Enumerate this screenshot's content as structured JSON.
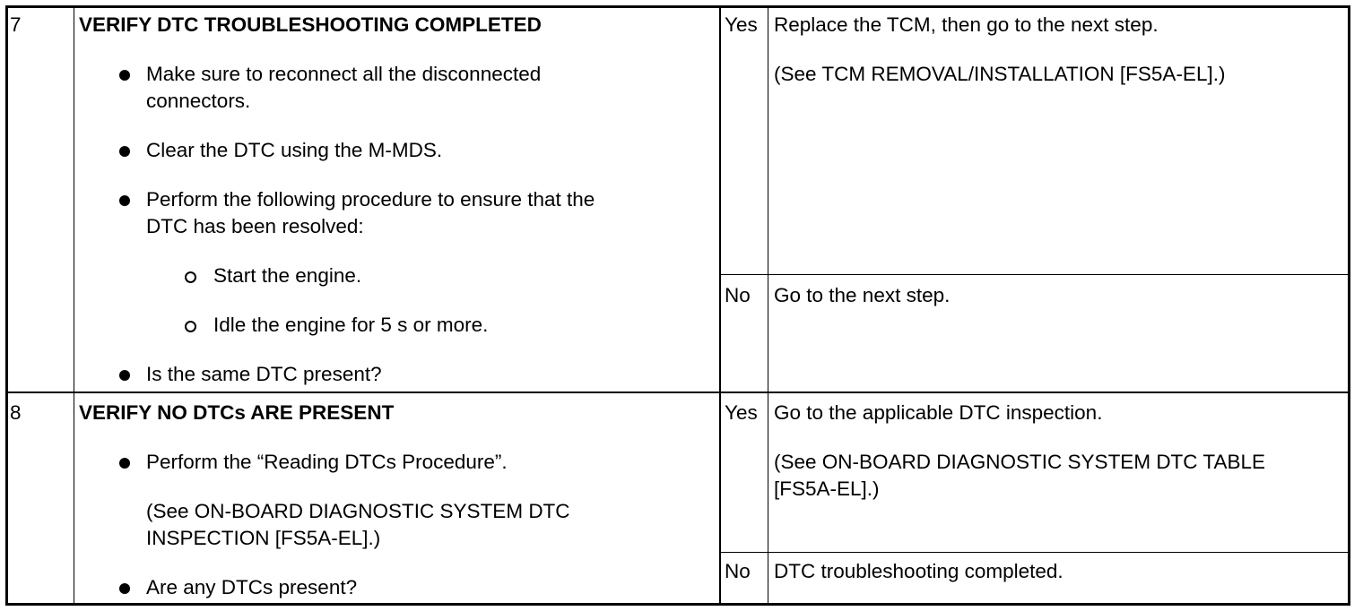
{
  "steps": [
    {
      "number": "7",
      "title": "VERIFY DTC TROUBLESHOOTING COMPLETED",
      "items": [
        {
          "lines": [
            "Make sure to reconnect all the disconnected",
            "connectors."
          ]
        },
        {
          "lines": [
            "Clear the DTC using the M-MDS."
          ]
        },
        {
          "lines": [
            "Perform the following procedure to ensure that the",
            "DTC has been resolved:"
          ]
        },
        {
          "lines": [
            "Start the engine."
          ]
        },
        {
          "lines": [
            "Idle the engine for 5 s or more."
          ]
        },
        {
          "lines": [
            "Is the same DTC present?"
          ]
        }
      ],
      "outcomes": [
        {
          "answer": "Yes",
          "lines": [
            "Replace the TCM, then go to the next step.",
            "(See TCM REMOVAL/INSTALLATION [FS5A-EL].)"
          ]
        },
        {
          "answer": "No",
          "lines": [
            "Go to the next step."
          ]
        }
      ]
    },
    {
      "number": "8",
      "title": "VERIFY NO DTCs ARE PRESENT",
      "items": [
        {
          "lines": [
            "Perform the “Reading DTCs Procedure”.",
            "(See ON-BOARD DIAGNOSTIC SYSTEM DTC",
            "INSPECTION [FS5A-EL].)"
          ]
        },
        {
          "lines": [
            "Are any DTCs present?"
          ]
        }
      ],
      "outcomes": [
        {
          "answer": "Yes",
          "lines": [
            "Go to the applicable DTC inspection.",
            "(See ON-BOARD DIAGNOSTIC SYSTEM DTC TABLE",
            "[FS5A-EL].)"
          ]
        },
        {
          "answer": "No",
          "lines": [
            "DTC troubleshooting completed."
          ]
        }
      ]
    }
  ]
}
